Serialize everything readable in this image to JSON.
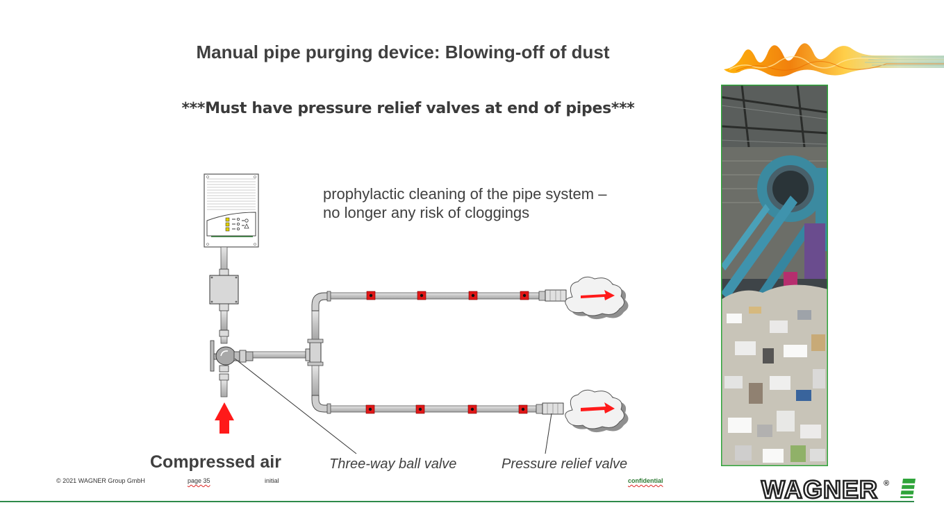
{
  "title": "Manual pipe purging device: Blowing-off of dust",
  "subtitle": "***Must have pressure relief valves at end of pipes***",
  "description": {
    "line1": "prophylactic cleaning of the pipe system –",
    "line2": "no longer any risk of cloggings"
  },
  "labels": {
    "compressed_air": "Compressed air",
    "three_way_valve": "Three-way ball valve",
    "pressure_relief_valve": "Pressure relief valve"
  },
  "footer": {
    "copyright": "© 2021 WAGNER Group GmbH",
    "page": "page 35",
    "status": "initial",
    "classification": "confidential"
  },
  "logo": {
    "text": "WAGNER",
    "registered": "®"
  },
  "colors": {
    "accent_green": "#2e8a4a",
    "arrow_red": "#ff1a1a",
    "pipe_gray": "#c8c8c8",
    "text_gray": "#3f3f3f"
  }
}
